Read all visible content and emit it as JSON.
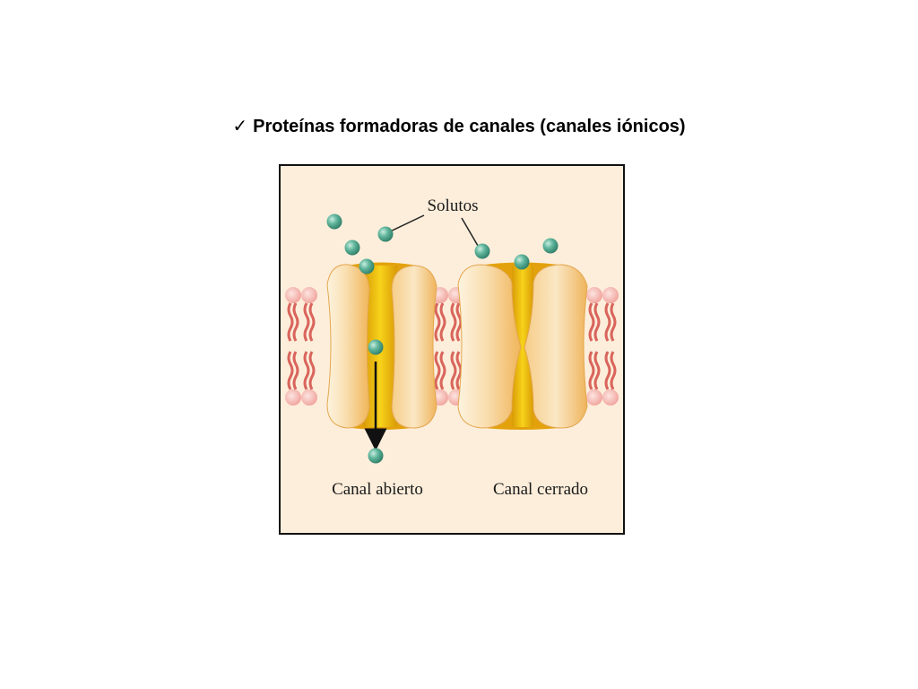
{
  "slide": {
    "title_mark": "✓",
    "title": "Proteínas formadoras de canales (canales iónicos)"
  },
  "diagram": {
    "labels": {
      "solutes": "Solutos",
      "open_channel": "Canal abierto",
      "closed_channel": "Canal cerrado"
    },
    "colors": {
      "background": "#fdeedb",
      "protein_light": "#fdf3df",
      "protein_dark": "#f0b55a",
      "pore": "#e8b80a",
      "solute": "#5fb59b",
      "lipid_head": "#f4b4ae",
      "lipid_tail": "#d9655c"
    },
    "icons": [
      "checkmark-icon",
      "solute-particle-icon",
      "lipid-bilayer-icon",
      "flow-arrow-icon"
    ]
  }
}
